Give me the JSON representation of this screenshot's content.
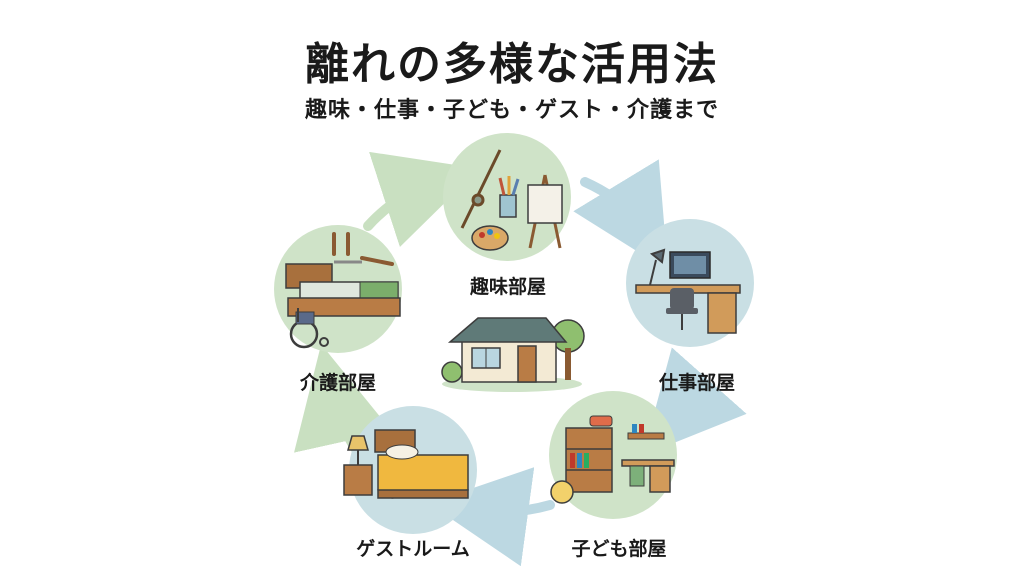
{
  "title": "離れの多様な活用法",
  "subtitle": "趣味・仕事・子ども・ゲスト・介護まで",
  "rooms": [
    {
      "label": "趣味部屋"
    },
    {
      "label": "仕事部屋"
    },
    {
      "label": "子ども部屋"
    },
    {
      "label": "ゲストルーム"
    },
    {
      "label": "介護部屋"
    }
  ],
  "colors": {
    "circle_green": "#cfe3c8",
    "circle_blue": "#c9dfe4",
    "arrow_green": "#c9e0c1",
    "arrow_blue": "#bcd8e2"
  }
}
